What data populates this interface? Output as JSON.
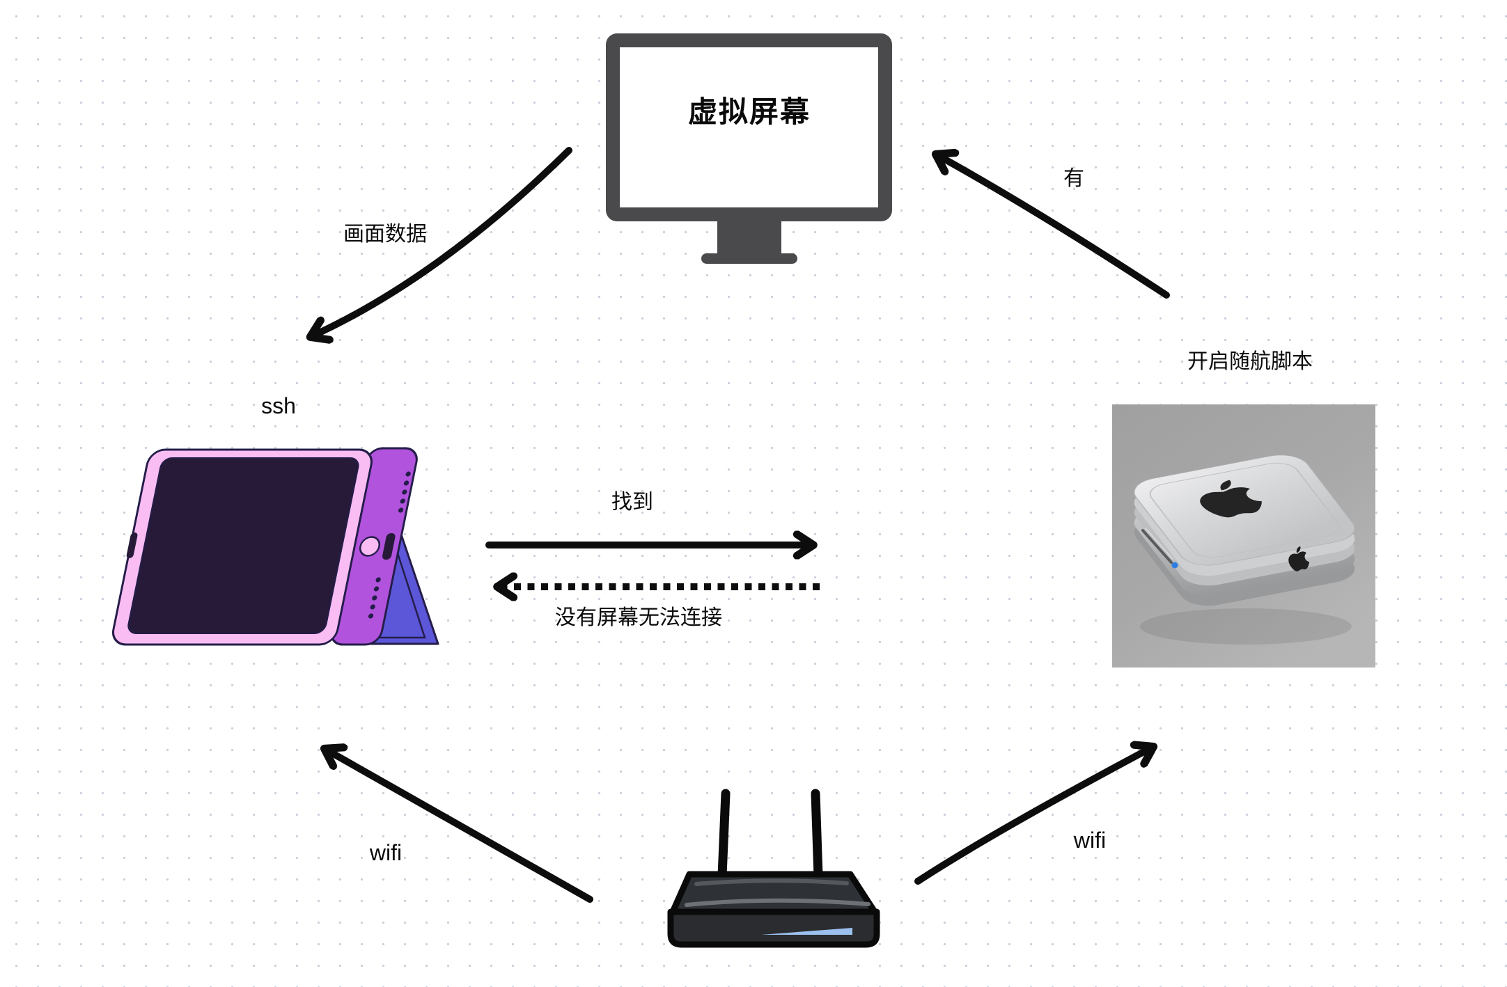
{
  "diagram": {
    "type": "device-network-flow",
    "background": "dotted-grid"
  },
  "labels": {
    "virtual_screen": "虚拟屏幕",
    "screen_data": "画面数据",
    "have": "有",
    "ssh": "ssh",
    "sidecar_script": "开启随航脚本",
    "found": "找到",
    "no_screen": "没有屏幕无法连接",
    "wifi_left": "wifi",
    "wifi_right": "wifi"
  },
  "nodes": [
    {
      "id": "virtual-screen",
      "kind": "monitor",
      "label": "虚拟屏幕"
    },
    {
      "id": "ipad",
      "kind": "tablet-illustration",
      "label": "ssh"
    },
    {
      "id": "mac-mini",
      "kind": "photo",
      "label": "开启随航脚本"
    },
    {
      "id": "router",
      "kind": "router-illustration",
      "label": ""
    }
  ],
  "edges": [
    {
      "from": "virtual-screen",
      "to": "ipad",
      "label": "画面数据",
      "style": "solid"
    },
    {
      "from": "mac-mini",
      "to": "virtual-screen",
      "label": "有",
      "style": "solid"
    },
    {
      "from": "ipad",
      "to": "mac-mini",
      "label": "找到",
      "style": "solid"
    },
    {
      "from": "mac-mini",
      "to": "ipad",
      "label": "没有屏幕无法连接",
      "style": "dashed"
    },
    {
      "from": "router",
      "to": "ipad",
      "label": "wifi",
      "style": "solid"
    },
    {
      "from": "router",
      "to": "mac-mini",
      "label": "wifi",
      "style": "solid"
    }
  ],
  "colors": {
    "arrow": "#0d0d0d",
    "grid_dot": "#c9d0db",
    "monitor_gray": "#4a4a4c",
    "ipad_pink": "#f9bdf4",
    "ipad_purple": "#b153dc",
    "ipad_screen_dark": "#261a38",
    "stand_blue": "#5c56d9",
    "outline_navy": "#241d4a",
    "router_top": "#2e3135",
    "router_front": "#2a2c2f",
    "router_led": "#9cc0ee",
    "mac_mini_silver": "#d3d5d7"
  }
}
